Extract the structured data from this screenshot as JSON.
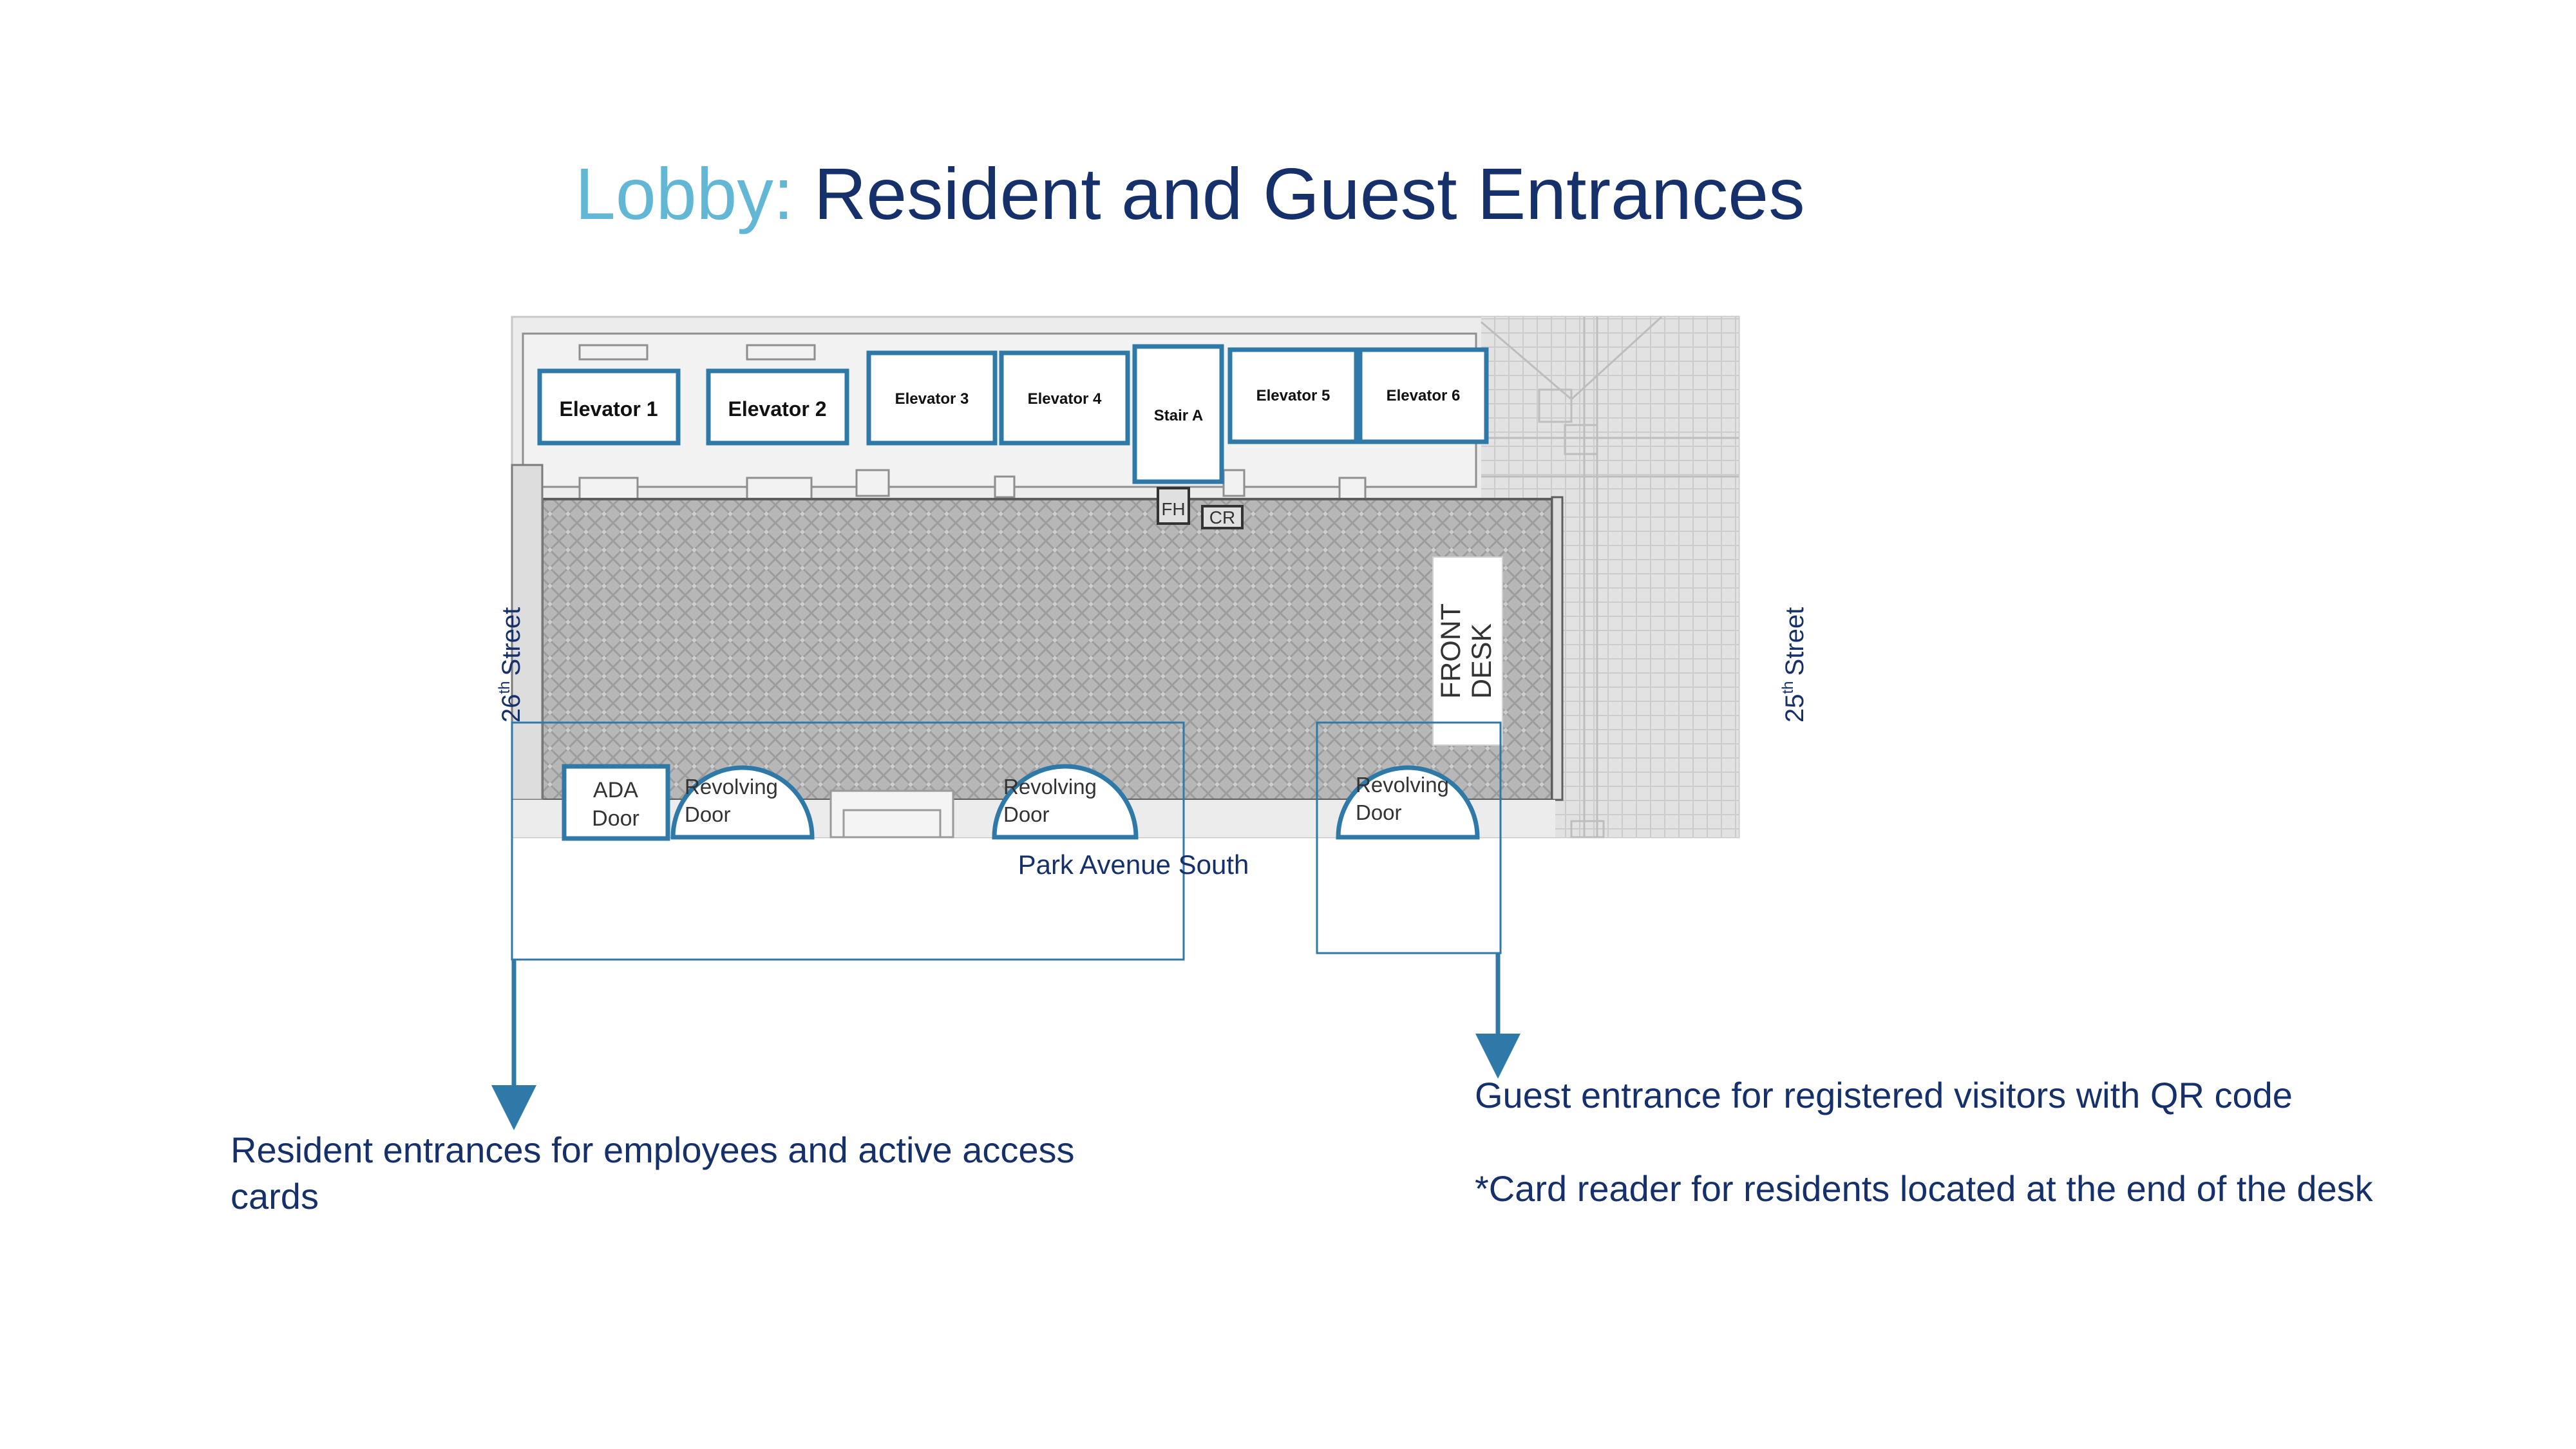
{
  "title": {
    "accent": "Lobby:",
    "main": "Resident and Guest Entrances"
  },
  "colors": {
    "accent": "#62b8d4",
    "navy": "#15306a",
    "outline": "#2f79a8",
    "carpet": "#b3b3b3"
  },
  "elevators": [
    "Elevator 1",
    "Elevator 2",
    "Elevator 3",
    "Elevator 4",
    "Elevator 5",
    "Elevator 6"
  ],
  "stair": "Stair A",
  "small_labels": {
    "fh": "FH",
    "cr": "CR"
  },
  "front_desk": [
    "FRONT",
    "DESK"
  ],
  "doors": {
    "ada": [
      "ADA",
      "Door"
    ],
    "revolving": [
      "Revolving",
      "Door"
    ]
  },
  "streets": {
    "left": {
      "num": "26",
      "sup": "th",
      "word": "Street"
    },
    "right": {
      "num": "25",
      "sup": "th",
      "word": "Street"
    },
    "bottom": "Park Avenue South"
  },
  "captions": {
    "resident": "Resident entrances for employees and active access cards",
    "guest": "Guest entrance for registered visitors with QR code",
    "card_reader": "*Card reader for residents located at the end of the desk"
  }
}
